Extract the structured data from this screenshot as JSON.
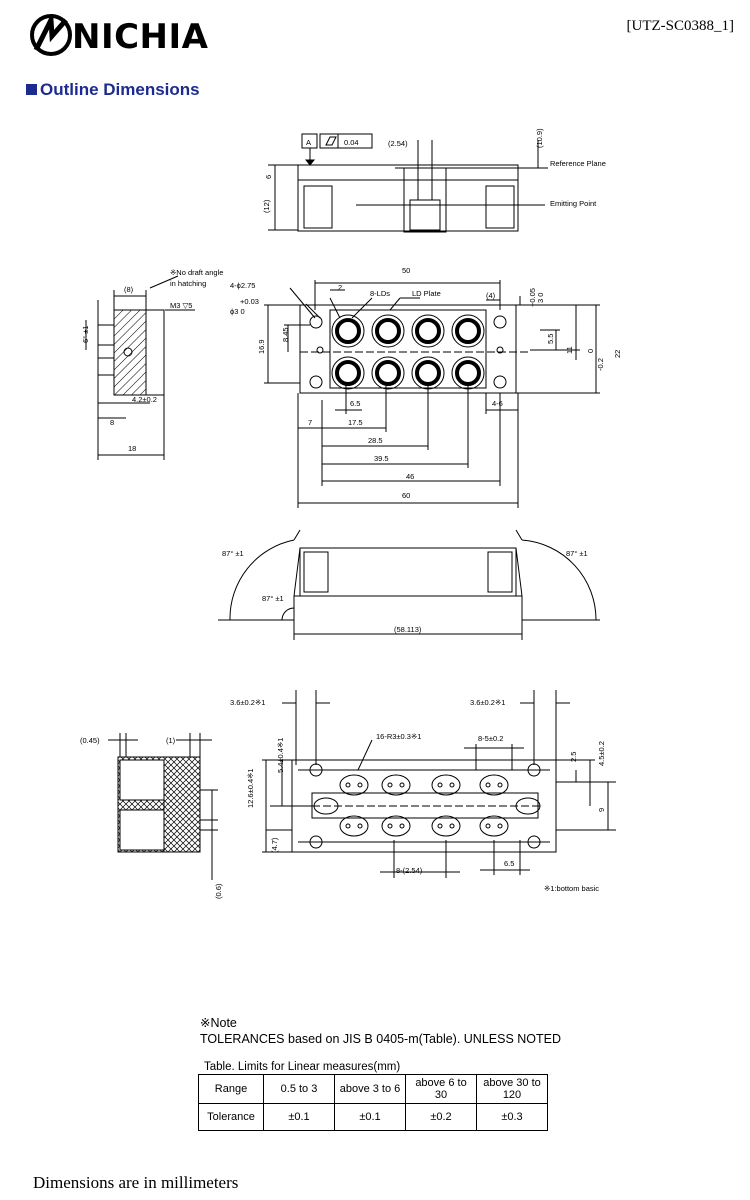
{
  "header": {
    "brand": "NICHIA",
    "doc_code": "[UTZ-SC0388_1]"
  },
  "section": {
    "title": "Outline Dimensions"
  },
  "drawing": {
    "top_view": {
      "datum": "A",
      "flatness_value": "0.04",
      "pin_pitch": "(2.54)",
      "top_gap": "(10.9)",
      "height": "6",
      "total_height": "(12)",
      "reference_plane": "Reference Plane",
      "emitting_point": "Emitting Point"
    },
    "side_view": {
      "no_draft_note_1": "※No draft angle",
      "no_draft_note_2": "in hatching",
      "dim_8": "(8)",
      "thread": "M3 ▽5",
      "angle": "6° ±1",
      "dim_4_2": "4.2±0.2",
      "dim_8b": "8",
      "dim_18": "18"
    },
    "plan_view": {
      "hole_dia": "4-ϕ2.75",
      "pin_dia_tol": "+0.03",
      "pin_dia": "ϕ3  0",
      "dim_2": "2",
      "dim_50": "50",
      "lds": "8-LDs",
      "ld_plate": "LD Plate",
      "dim_4": "(4)",
      "dim_tol_top": "+0.05",
      "dim_3_0": "3  0",
      "dim_8_45": "8.45",
      "dim_16_9": "16.9",
      "dim_5_5": "5.5",
      "dim_11": "11",
      "dim_22": "22",
      "dim_22_tol": "0",
      "dim_22_tol2": "-0.2",
      "dim_6_5": "6.5",
      "dim_4_6": "4-6",
      "dim_7": "7",
      "dim_17_5": "17.5",
      "dim_28_5": "28.5",
      "dim_39_5": "39.5",
      "dim_46": "46",
      "dim_60": "60"
    },
    "front_view": {
      "angle_left": "87° ±1",
      "angle_inner": "87° ±1",
      "angle_right": "87° ±1",
      "width": "(58.113)"
    },
    "bottom_view": {
      "dim_3_6_left": "3.6±0.2※1",
      "dim_3_6_right": "3.6±0.2※1",
      "dim_045": "(0.45)",
      "dim_1": "(1)",
      "dim_5_4": "5.4±0.4※1",
      "dim_12_6": "12.6±0.4※1",
      "dim_4_7": "(4.7)",
      "dim_0_6": "(0.6)",
      "r3": "16-R3±0.3※1",
      "dim_8_5": "8-5±0.2",
      "dim_2_5": "2.5",
      "dim_4_5": "4.5±0.2",
      "dim_9": "9",
      "dim_6_5": "6.5",
      "pin_pitch": "8-(2.54)",
      "note": "※1:bottom basic"
    }
  },
  "notes": {
    "mark": "※Note",
    "tolerance_line": "TOLERANCES based on JIS B 0405-m(Table). UNLESS NOTED",
    "table_caption": "Table. Limits for Linear measures(mm)"
  },
  "tolerance_table": {
    "row_range_label": "Range",
    "row_tol_label": "Tolerance",
    "ranges": [
      "0.5 to 3",
      "above 3 to 6",
      "above 6 to 30",
      "above 30 to 120"
    ],
    "tolerances": [
      "±0.1",
      "±0.1",
      "±0.2",
      "±0.3"
    ]
  },
  "footer": {
    "text": "Dimensions are in millimeters"
  }
}
